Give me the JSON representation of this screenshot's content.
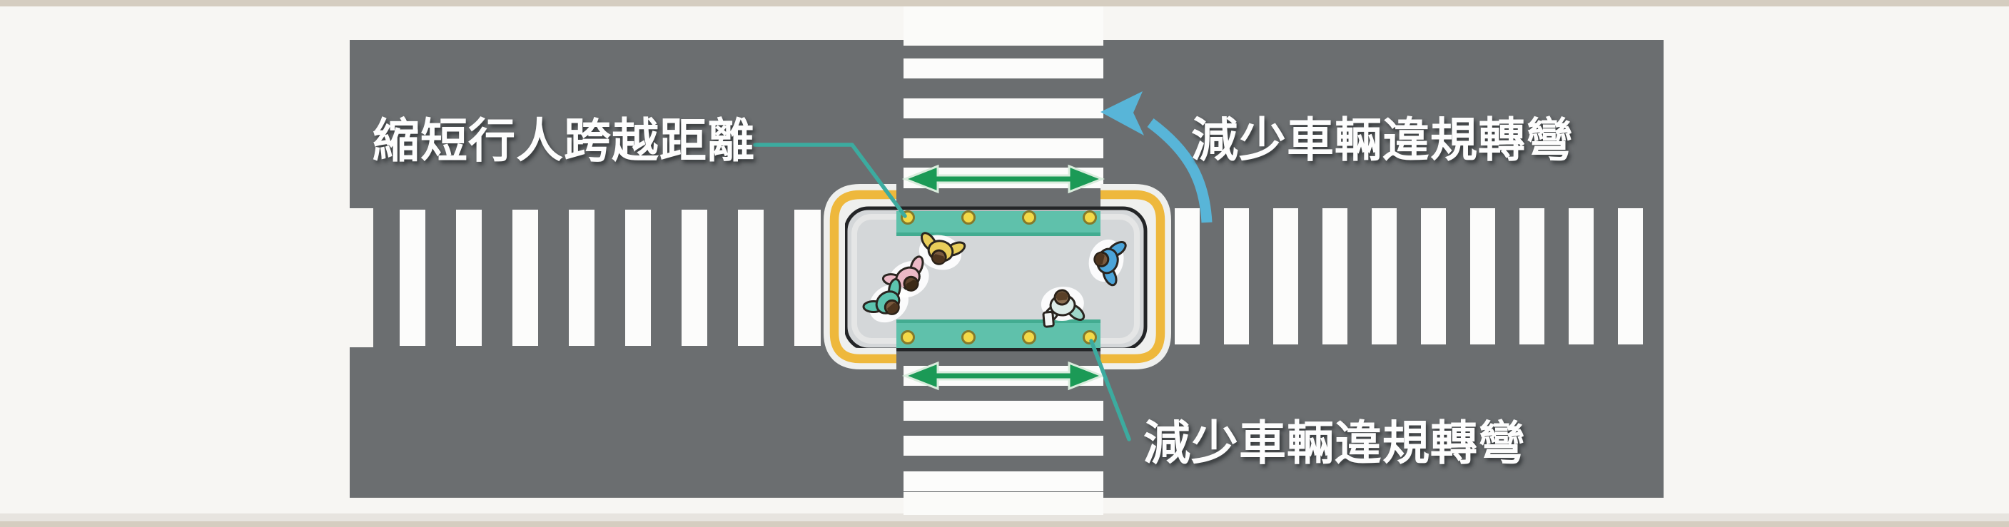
{
  "figure": {
    "description": "Top-view traffic illustration of a pedestrian refuge island at a road crossing",
    "labels": {
      "left": "縮短行人跨越距離",
      "top_right": "減少車輛違規轉彎",
      "bottom": "減少車輛違規轉彎"
    },
    "scene": {
      "crosswalk_arms": 4,
      "refuge_island": {
        "stud_dot_count": 8,
        "flexible_post_brackets": 2,
        "landing_pads": 2
      },
      "pedestrians": [
        {
          "shirt_color": "#e8cd5a",
          "name": "pedestrian-yellow"
        },
        {
          "shirt_color": "#ecb9c6",
          "name": "pedestrian-pink"
        },
        {
          "shirt_color": "#5cc4af",
          "name": "pedestrian-teal"
        },
        {
          "shirt_color": "#4ba4d9",
          "name": "pedestrian-blue"
        },
        {
          "shirt_color": "#dcece8",
          "name": "pedestrian-pale"
        }
      ],
      "icons": [
        "two-way-green-arrow-icon-top",
        "two-way-green-arrow-icon-bottom",
        "blue-curved-turn-arrow-icon",
        "callout-line-left",
        "callout-line-bottom"
      ]
    },
    "colors": {
      "background": "#f7f6f3",
      "frame_bar": "#d5cdc0",
      "road": "#6b6e70",
      "zebra_stripe": "#fcfcfb",
      "island_surface": "#d4d7d9",
      "island_border": "#232527",
      "island_buffer": "#eff0ee",
      "flex_post_yellow": "#eeb83c",
      "landing_pad_teal": "#5fc1ab",
      "stud_dot_yellow": "#f3d948",
      "green_arrow": "#1b9a56",
      "blue_arrow": "#58b5d8",
      "callout_teal": "#3cab9f",
      "label_text": "#fdfdfd"
    }
  }
}
